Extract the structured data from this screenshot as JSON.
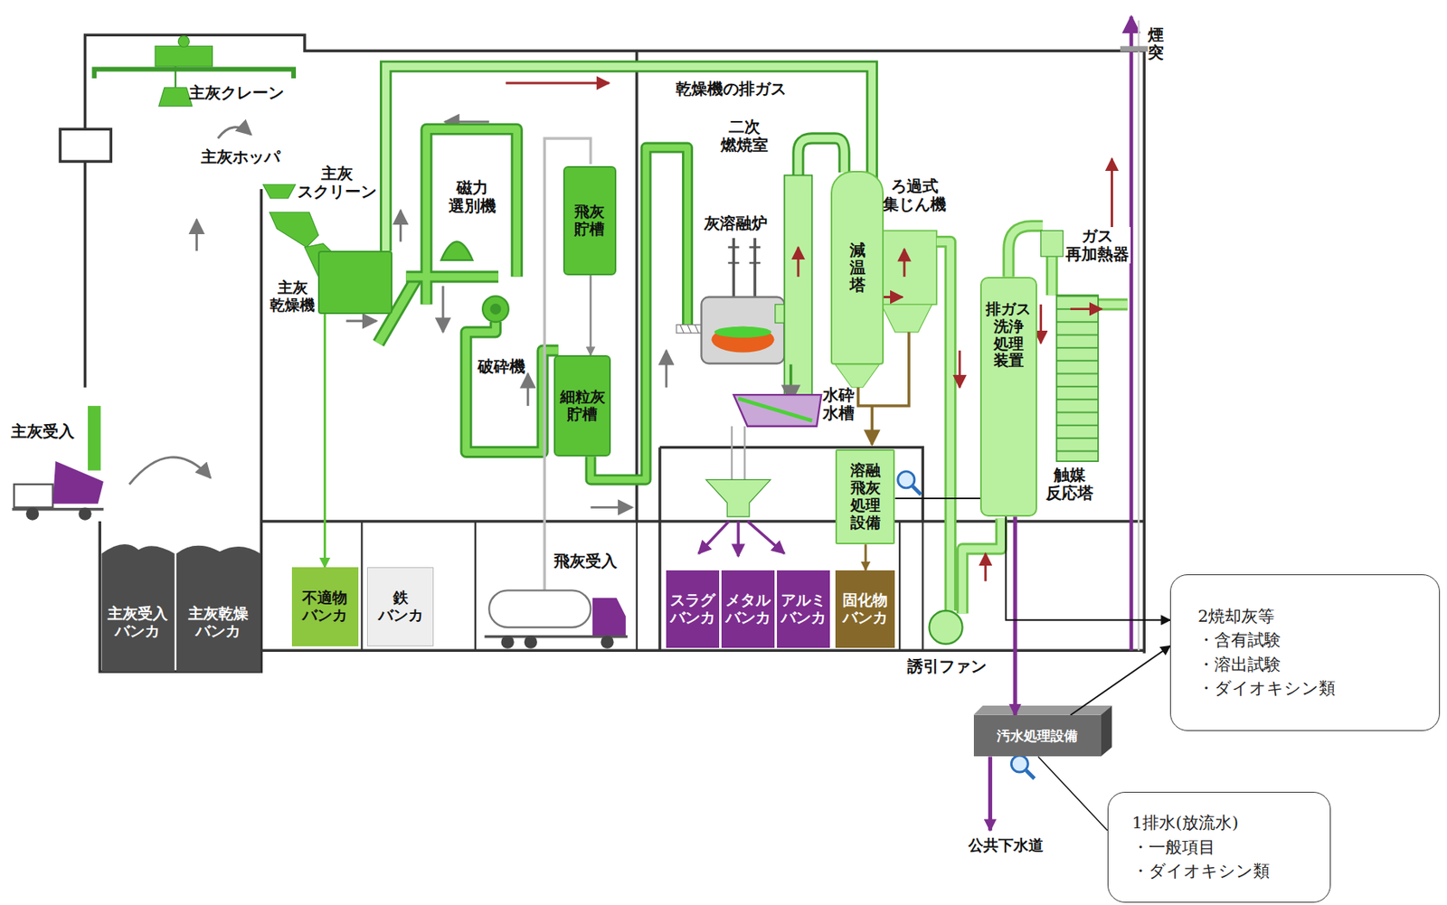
{
  "diagram": {
    "nodes": [
      {
        "text": [
          "主灰 乾燥機"
        ]
      },
      {
        "text": [
          "飛灰 貯槽"
        ]
      },
      {
        "text": [
          "減温塔"
        ]
      },
      {
        "text": [
          "細粒灰 貯槽"
        ]
      },
      {
        "text": [
          "排ガス 洗浄 処理 装置"
        ]
      },
      {
        "text": [
          "溶融 飛灰 処理 設備"
        ]
      },
      {
        "text": [
          "主灰受入 バンカ"
        ]
      },
      {
        "text": [
          "主灰乾燥 バンカ"
        ]
      },
      {
        "text": [
          "不適物 バンカ"
        ]
      },
      {
        "text": [
          "鉄 バンカ"
        ]
      },
      {
        "text": [
          "スラグ バンカ"
        ]
      },
      {
        "text": [
          "メタル バンカ"
        ]
      },
      {
        "text": [
          "アルミ バンカ"
        ]
      },
      {
        "text": [
          "固化物 バンカ"
        ]
      },
      {
        "text": [
          "2焼却灰等",
          "・含有試験",
          "・溶出試験",
          "・ダイオキシン類"
        ]
      },
      {
        "text": [
          "汚水処理設備"
        ]
      },
      {
        "text": [
          "公共下水道"
        ]
      },
      {
        "text": [
          "1排水(放流水)",
          "・一般項目",
          "・ダイオキシン類"
        ]
      }
    ],
    "edges": [
      {
        "from": 0,
        "to": 8,
        "arrow": "to"
      },
      {
        "from": 1,
        "to": 3,
        "arrow": "to"
      },
      {
        "from": 5,
        "to": 13,
        "arrow": "to"
      },
      {
        "from": 4,
        "to": 15,
        "arrow": "to"
      },
      {
        "from": 15,
        "to": 16,
        "arrow": "to"
      },
      {
        "from": 15,
        "to": 14,
        "arrow": "to"
      },
      {
        "from": 5,
        "to": 14,
        "arrow": "to"
      },
      {
        "from": 17,
        "to": 15,
        "arrow": "none"
      }
    ],
    "labels": [
      "主灰クレーン",
      "主灰ホッパ",
      "主灰 スクリーン",
      "磁力 選別機",
      "破砕機",
      "乾燥機の排ガス",
      "二次 燃焼室",
      "灰溶融炉",
      "ろ過式 集じん機",
      "煙突",
      "ガス 再加熱器",
      "水砕 水槽",
      "触媒 反応塔",
      "主灰受入",
      "飛灰受入",
      "誘引ファン"
    ]
  }
}
